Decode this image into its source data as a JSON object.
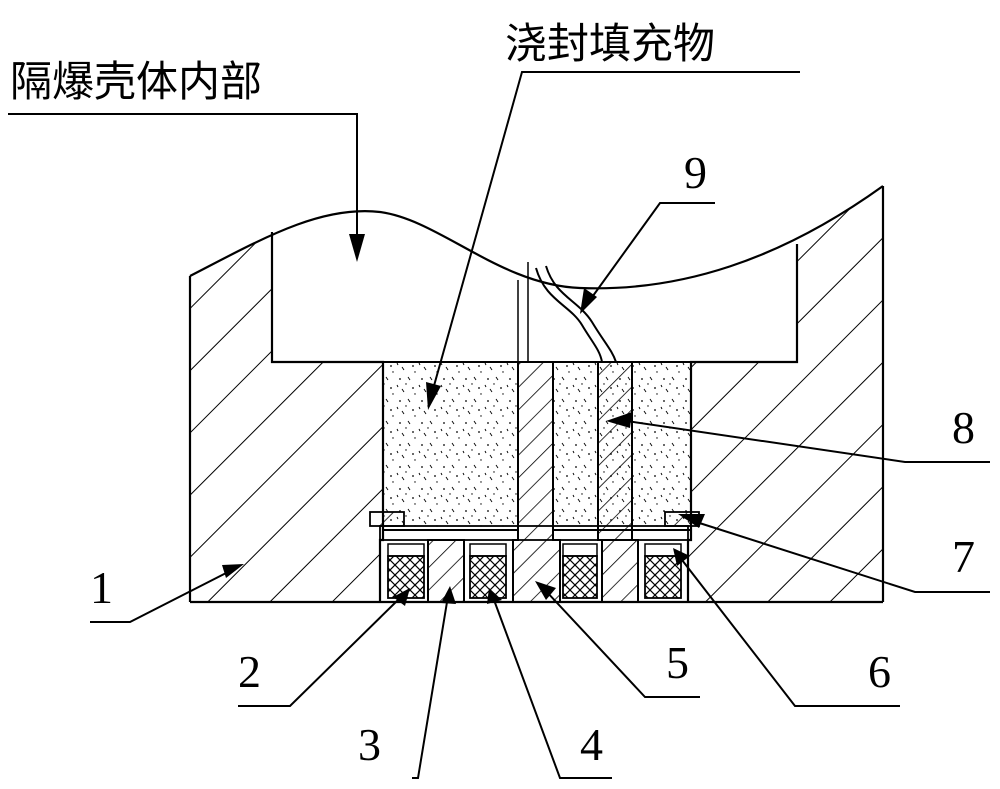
{
  "labels": {
    "housing_interior": "隔爆壳体内部",
    "potting_filler": "浇封填充物",
    "n1": "1",
    "n2": "2",
    "n3": "3",
    "n4": "4",
    "n5": "5",
    "n6": "6",
    "n7": "7",
    "n8": "8",
    "n9": "9"
  },
  "colors": {
    "line": "#000000",
    "background": "#ffffff"
  }
}
